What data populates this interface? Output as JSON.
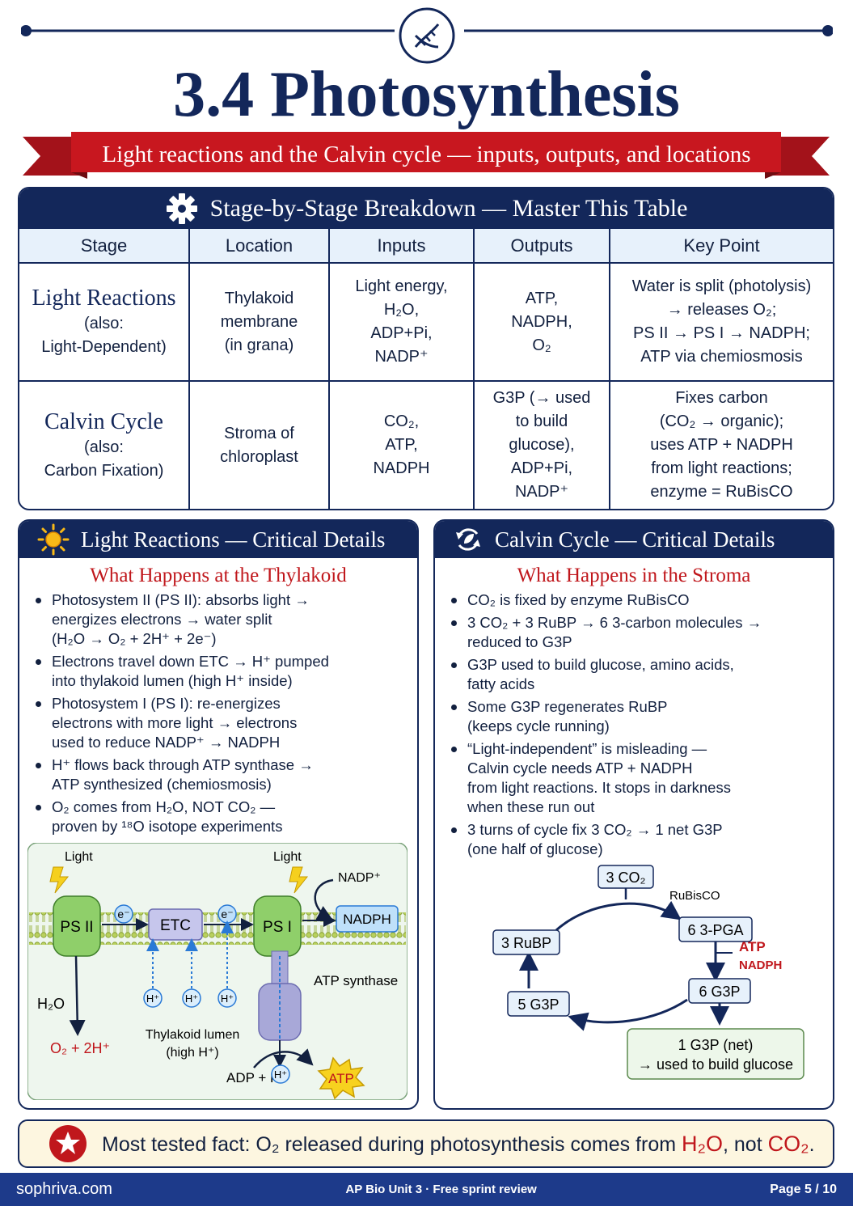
{
  "header": {
    "title": "3.4 Photosynthesis",
    "subtitle": "Light reactions and the Calvin cycle — inputs, outputs, and locations"
  },
  "table": {
    "heading": "Stage-by-Stage Breakdown — Master This Table",
    "columns": [
      "Stage",
      "Location",
      "Inputs",
      "Outputs",
      "Key Point"
    ],
    "rows": [
      {
        "stage": "Light Reactions",
        "stage_alt": [
          "(also:",
          "Light-Dependent)"
        ],
        "location": [
          "Thylakoid",
          "membrane",
          "(in grana)"
        ],
        "inputs": [
          "Light energy,",
          "H₂O,",
          "ADP+Pi,",
          "NADP⁺"
        ],
        "outputs": [
          "ATP,",
          "NADPH,",
          "O₂"
        ],
        "key_point": [
          "Water is split (photolysis)",
          "→ releases O₂;",
          "PS II → PS I → NADPH;",
          "ATP via chemiosmosis"
        ]
      },
      {
        "stage": "Calvin Cycle",
        "stage_alt": [
          "(also:",
          "Carbon Fixation)"
        ],
        "location": [
          "Stroma of",
          "chloroplast"
        ],
        "inputs": [
          "CO₂,",
          "ATP,",
          "NADPH"
        ],
        "outputs": [
          "G3P (→ used",
          "to build",
          "glucose),",
          "ADP+Pi,",
          "NADP⁺"
        ],
        "key_point": [
          "Fixes carbon",
          "(CO₂ → organic);",
          "uses ATP + NADPH",
          "from light reactions;",
          "enzyme = RuBisCO"
        ]
      }
    ]
  },
  "light_panel": {
    "heading": "Light Reactions — Critical Details",
    "subheading": "What Happens at the Thylakoid",
    "bullets": [
      [
        "Photosystem II (PS II): absorbs light →",
        "energizes electrons → water split",
        "(H₂O → O₂ + 2H⁺ + 2e⁻)"
      ],
      [
        "Electrons travel down ETC → H⁺ pumped",
        "into thylakoid lumen (high H⁺ inside)"
      ],
      [
        "Photosystem I (PS I): re-energizes",
        "electrons with more light → electrons",
        "used to reduce NADP⁺ → NADPH"
      ],
      [
        "H⁺ flows back through ATP synthase →",
        "ATP synthesized (chemiosmosis)"
      ],
      [
        "O₂ comes from H₂O, NOT CO₂ —",
        "proven by ¹⁸O isotope experiments"
      ]
    ],
    "diagram": {
      "light1": "Light",
      "light2": "Light",
      "ps2": "PS II",
      "etc": "ETC",
      "ps1": "PS I",
      "electron": "e⁻",
      "nadp": "NADP⁺",
      "nadph": "NADPH",
      "proton": "H⁺",
      "atp_synthase": "ATP synthase",
      "h2o": "H₂O",
      "o2": "O₂ + 2H⁺",
      "lumen": [
        "Thylakoid lumen",
        "(high H⁺)"
      ],
      "adp": "ADP + Pi",
      "atp": "ATP"
    }
  },
  "calvin_panel": {
    "heading": "Calvin Cycle — Critical Details",
    "subheading": "What Happens in the Stroma",
    "bullets": [
      [
        "CO₂ is fixed by enzyme RuBisCO"
      ],
      [
        "3 CO₂ + 3 RuBP → 6 3-carbon molecules →",
        "reduced to G3P"
      ],
      [
        "G3P used to build glucose, amino acids,",
        "fatty acids"
      ],
      [
        "Some G3P regenerates RuBP",
        "(keeps cycle running)"
      ],
      [
        "“Light-independent” is misleading —",
        "Calvin cycle needs ATP + NADPH",
        "from light reactions. It stops in darkness",
        "when these run out"
      ],
      [
        "3 turns of cycle fix 3 CO₂ → 1 net G3P",
        "(one half of glucose)"
      ]
    ],
    "diagram": {
      "co2": "3 CO₂",
      "rubisco": "RuBisCO",
      "pga": "6 3-PGA",
      "atp": "ATP",
      "nadph": "NADPH",
      "g3p6": "6 G3P",
      "g3p5": "5 G3P",
      "rubp": "3 RuBP",
      "net": [
        "1 G3P (net)",
        "→ used to build glucose"
      ]
    }
  },
  "callout": {
    "lead": "Most tested fact:",
    "text_a": "O₂ released during photosynthesis comes from",
    "h2o": "H₂O",
    "text_b": ", not",
    "co2": "CO₂",
    "end": "."
  },
  "footer": {
    "site": "sophriva.com",
    "course": "AP Bio Unit 3  · Free sprint review",
    "page": "Page 5 / 10"
  },
  "colors": {
    "navy": "#13275a",
    "red": "#c0171c",
    "light_blue": "#e7f1fb",
    "callout_bg": "#fdf6e0",
    "footer": "#1d3a8a"
  }
}
